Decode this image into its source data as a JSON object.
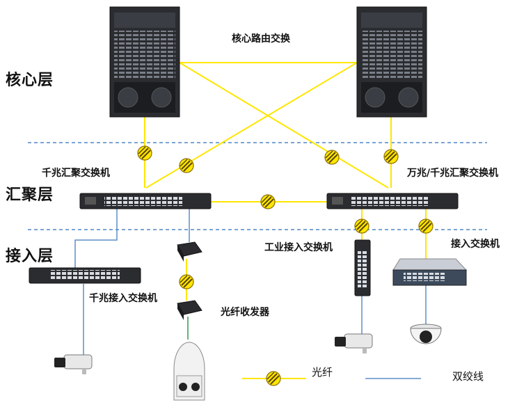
{
  "layers": {
    "core": "核心层",
    "aggregation": "汇聚层",
    "access": "接入层"
  },
  "devices": {
    "core_router": "核心路由交换",
    "gigabit_agg": "千兆汇聚交换机",
    "ten_gigabit_agg": "万兆/千兆汇聚交换机",
    "industrial_access": "工业接入交换机",
    "access_switch": "接入交换机",
    "gigabit_access": "千兆接入交换机",
    "fiber_transceiver": "光纤收发器"
  },
  "legend": {
    "fiber": "光纤",
    "twisted_pair": "双绞线"
  },
  "colors": {
    "fiber": "#ffe600",
    "twisted_pair": "#5b8ec9",
    "layer_divider": "#4f86c6",
    "device_dark": "#2a2c30"
  },
  "icons": {
    "core_router": "chassis-router-icon",
    "switch": "rack-switch-icon",
    "fiber_marker": "fiber-coil-icon",
    "camera": "bullet-camera-icon",
    "dome": "dome-camera-icon",
    "ptz": "ptz-camera-icon"
  }
}
